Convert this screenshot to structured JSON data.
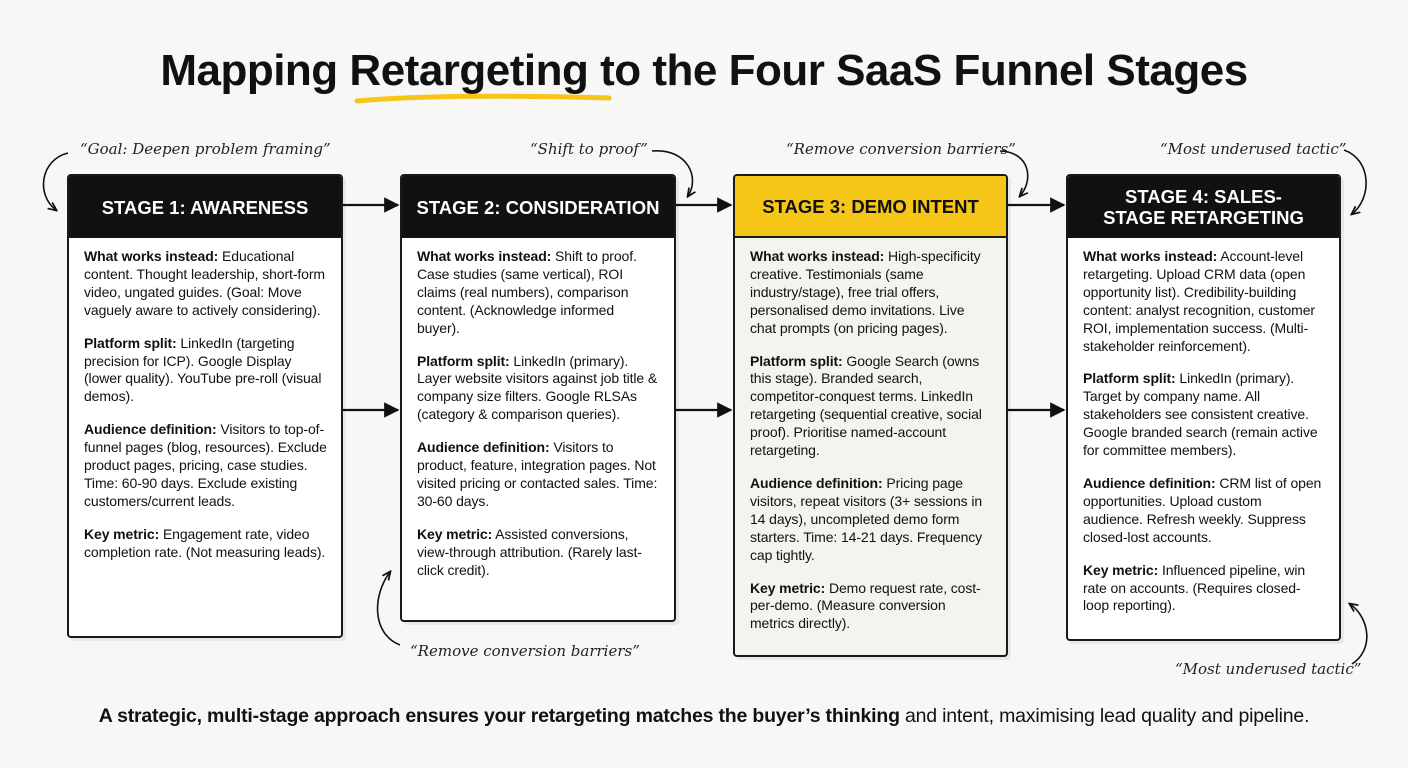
{
  "title": {
    "before": "Mapping ",
    "highlight": "Retargeting",
    "after": " to the Four SaaS Funnel Stages",
    "highlight_color": "#f5c518"
  },
  "stages": [
    {
      "header": "STAGE 1: AWARENESS",
      "paragraphs": [
        {
          "label": "What works instead:",
          "text": " Educational content. Thought leadership, short-form video, ungated guides. (Goal: Move vaguely aware to actively considering)."
        },
        {
          "label": "Platform split:",
          "text": " LinkedIn (targeting precision for ICP). Google Display (lower quality). YouTube pre-roll (visual demos)."
        },
        {
          "label": "Audience definition:",
          "text": " Visitors to top-of-funnel pages (blog, resources). Exclude product pages, pricing, case studies. Time: 60-90 days. Exclude existing customers/current leads."
        },
        {
          "label": "Key metric:",
          "text": " Engagement rate, video completion rate. (Not measuring leads)."
        }
      ]
    },
    {
      "header": "STAGE 2: CONSIDERATION",
      "paragraphs": [
        {
          "label": "What works instead:",
          "text": " Shift to proof. Case studies (same vertical), ROI claims (real numbers), comparison content. (Acknowledge informed buyer)."
        },
        {
          "label": "Platform split:",
          "text": " LinkedIn (primary). Layer website visitors against job title & company size filters. Google RLSAs (category & comparison queries)."
        },
        {
          "label": "Audience definition:",
          "text": " Visitors to product, feature, integration pages. Not visited pricing or contacted sales. Time: 30-60 days."
        },
        {
          "label": "Key metric:",
          "text": " Assisted conversions, view-through attribution. (Rarely last-click credit)."
        }
      ]
    },
    {
      "header": "STAGE 3: DEMO INTENT",
      "paragraphs": [
        {
          "label": "What works instead:",
          "text": " High-specificity creative. Testimonials (same industry/stage), free trial offers, personalised demo invitations. Live chat prompts (on pricing pages)."
        },
        {
          "label": "Platform split:",
          "text": " Google Search (owns this stage). Branded search, competitor-conquest terms. LinkedIn retargeting (sequential creative, social proof). Prioritise named-account retargeting."
        },
        {
          "label": "Audience definition:",
          "text": " Pricing page visitors, repeat visitors (3+ sessions in 14 days), uncompleted demo form starters. Time: 14-21 days. Frequency cap tightly."
        },
        {
          "label": "Key metric:",
          "text": " Demo request rate, cost-per-demo. (Measure conversion metrics directly)."
        }
      ]
    },
    {
      "header": "STAGE 4: SALES-STAGE RETARGETING",
      "paragraphs": [
        {
          "label": "What works instead:",
          "text": " Account-level retargeting. Upload CRM data (open opportunity list). Credibility-building content: analyst recognition, customer ROI, implementation success. (Multi-stakeholder reinforcement)."
        },
        {
          "label": "Platform split:",
          "text": " LinkedIn (primary). Target by company name. All stakeholders see consistent creative. Google branded search (remain active for committee members)."
        },
        {
          "label": "Audience definition:",
          "text": " CRM list of open opportunities. Upload custom audience. Refresh weekly. Suppress closed-lost accounts."
        },
        {
          "label": "Key metric:",
          "text": " Influenced pipeline, win rate on accounts. (Requires closed-loop reporting)."
        }
      ]
    }
  ],
  "notes": {
    "n1": "“Goal: Deepen problem framing”",
    "n2": "“Shift to proof”",
    "n3": "“Remove conversion barriers”",
    "n4": "“Most underused tactic”",
    "n5": "“Remove conversion barriers”",
    "n6": "“Most underused tactic”"
  },
  "footer": {
    "bold": "A strategic, multi-stage approach ensures your retargeting matches the buyer’s thinking",
    "rest": " and intent, maximising lead quality and pipeline."
  }
}
